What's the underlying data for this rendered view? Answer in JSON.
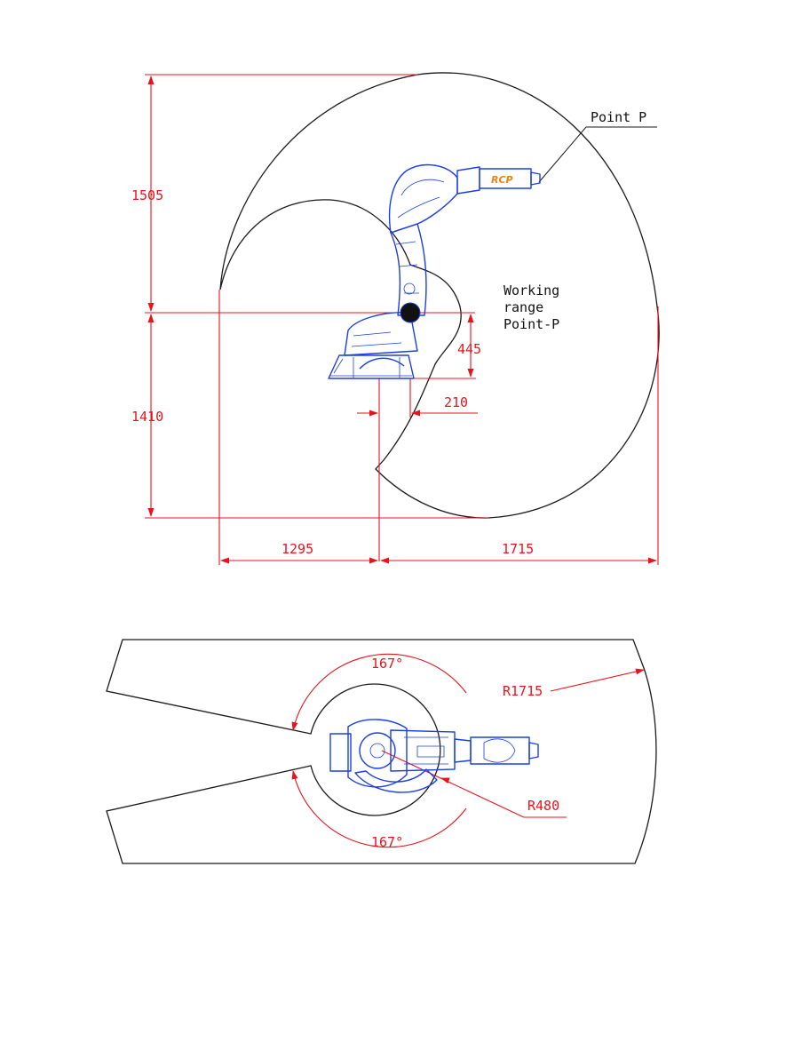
{
  "side_view": {
    "dimensions": {
      "top_reach": "1505",
      "bottom_reach": "1410",
      "base_to_joint_height": "445",
      "base_to_joint_offset": "210",
      "rear_reach": "1295",
      "front_reach": "1715"
    },
    "labels": {
      "point_p": "Point P",
      "working_range_line1": "Working",
      "working_range_line2": "range",
      "working_range_line3": "Point-P"
    },
    "robot_logo": "RCP"
  },
  "top_view": {
    "dimensions": {
      "angle_top": "167°",
      "angle_bottom": "167°",
      "outer_radius": "R1715",
      "inner_radius": "R480"
    }
  },
  "colors": {
    "dimension": "#e8141c",
    "robot": "#1b3ee6",
    "outline": "#1a1a1a"
  }
}
